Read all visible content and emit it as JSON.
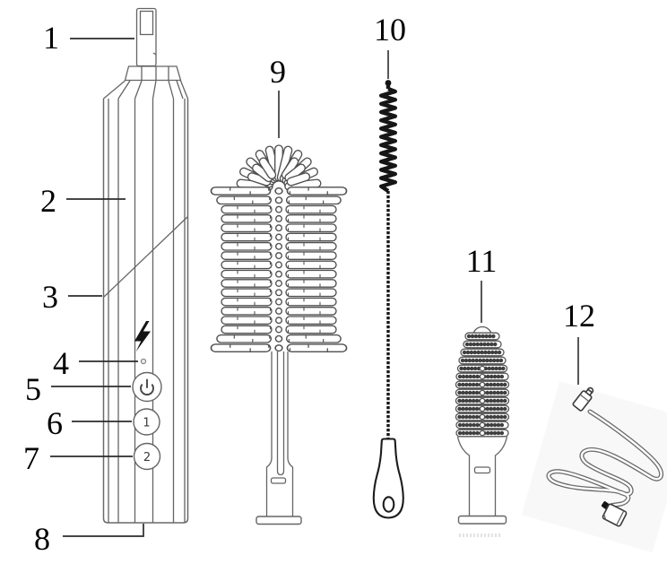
{
  "callouts": [
    {
      "label": "1"
    },
    {
      "label": "2"
    },
    {
      "label": "3"
    },
    {
      "label": "4"
    },
    {
      "label": "5"
    },
    {
      "label": "6"
    },
    {
      "label": "7"
    },
    {
      "label": "8"
    },
    {
      "label": "9"
    },
    {
      "label": "10"
    },
    {
      "label": "11"
    },
    {
      "label": "12"
    }
  ],
  "device_controls": {
    "charging_icon": "lightning-bolt-icon",
    "status_led": "led-dot-icon",
    "power_button_icon": "power-icon",
    "speed_button_1": {
      "label": "1"
    },
    "speed_button_2": {
      "label": "2"
    }
  },
  "colors": {
    "ink": "#5f5f5f",
    "accent_black": "#141414",
    "label": "#000000",
    "background": "#ffffff"
  }
}
